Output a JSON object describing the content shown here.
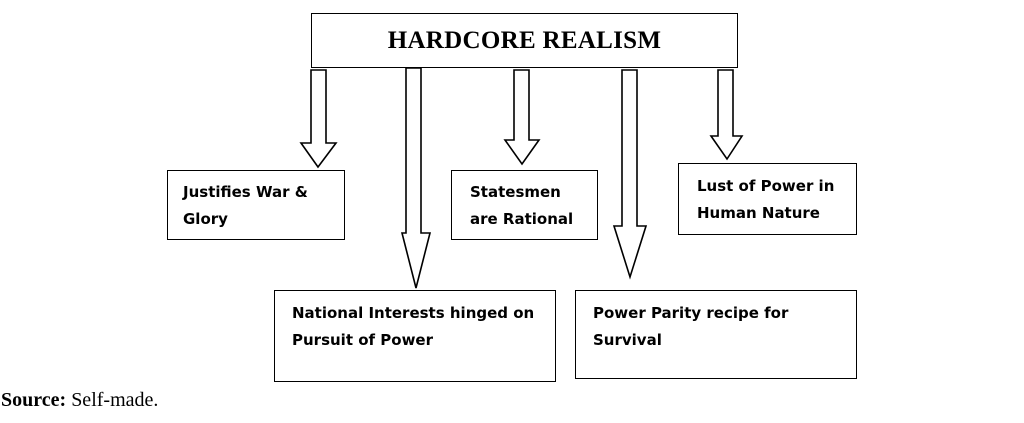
{
  "diagram": {
    "title": "HARDCORE REALISM",
    "nodes": [
      {
        "id": "war",
        "label": "Justifies War &\nGlory"
      },
      {
        "id": "statesmen",
        "label": "Statesmen\nare Rational"
      },
      {
        "id": "lust",
        "label": "Lust of Power in\nHuman Nature"
      },
      {
        "id": "national",
        "label": "National Interests hinged on\nPursuit of Power"
      },
      {
        "id": "parity",
        "label": "Power Parity recipe for\nSurvival"
      }
    ]
  },
  "source": {
    "label": "Source:",
    "text": "Self-made."
  }
}
